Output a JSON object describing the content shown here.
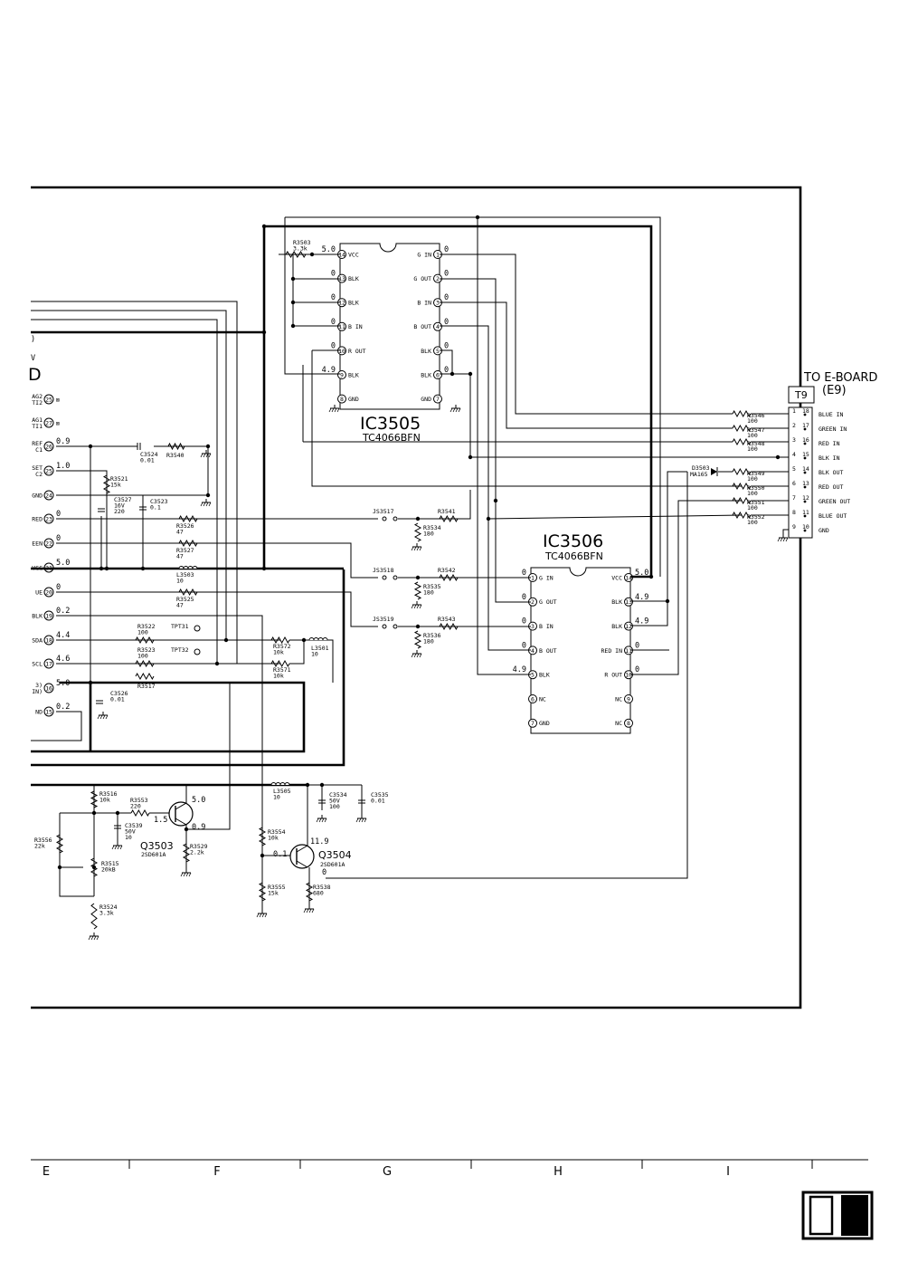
{
  "ic3505": {
    "label": "IC3505",
    "part": "TC4066BFN",
    "left_pins": [
      {
        "num": "14",
        "name": "VCC",
        "v": "5.0"
      },
      {
        "num": "13",
        "name": "BLK",
        "v": "0"
      },
      {
        "num": "12",
        "name": "BLK",
        "v": "0"
      },
      {
        "num": "11",
        "name": "B IN",
        "v": "0"
      },
      {
        "num": "10",
        "name": "R OUT",
        "v": "0"
      },
      {
        "num": "9",
        "name": "BLK",
        "v": "4.9"
      },
      {
        "num": "8",
        "name": "GND",
        "v": ""
      }
    ],
    "right_pins": [
      {
        "num": "1",
        "name": "G IN",
        "v": "0"
      },
      {
        "num": "2",
        "name": "G OUT",
        "v": "0"
      },
      {
        "num": "3",
        "name": "B IN",
        "v": "0"
      },
      {
        "num": "4",
        "name": "B OUT",
        "v": "0"
      },
      {
        "num": "5",
        "name": "BLK",
        "v": "0"
      },
      {
        "num": "6",
        "name": "BLK",
        "v": "0"
      },
      {
        "num": "7",
        "name": "GND",
        "v": ""
      }
    ]
  },
  "ic3506": {
    "label": "IC3506",
    "part": "TC4066BFN",
    "left_pins": [
      {
        "num": "1",
        "name": "G IN",
        "v": "0"
      },
      {
        "num": "2",
        "name": "G OUT",
        "v": "0"
      },
      {
        "num": "3",
        "name": "B IN",
        "v": "0"
      },
      {
        "num": "4",
        "name": "B OUT",
        "v": "0"
      },
      {
        "num": "5",
        "name": "BLK",
        "v": "4.9"
      },
      {
        "num": "6",
        "name": "NC",
        "v": ""
      },
      {
        "num": "7",
        "name": "GND",
        "v": ""
      }
    ],
    "right_pins": [
      {
        "num": "14",
        "name": "VCC",
        "v": "5.0"
      },
      {
        "num": "13",
        "name": "BLK",
        "v": "4.9"
      },
      {
        "num": "12",
        "name": "BLK",
        "v": "4.9"
      },
      {
        "num": "11",
        "name": "RED IN",
        "v": "0"
      },
      {
        "num": "10",
        "name": "R OUT",
        "v": "0"
      },
      {
        "num": "9",
        "name": "NC",
        "v": ""
      },
      {
        "num": "8",
        "name": "NC",
        "v": ""
      }
    ]
  },
  "connector": {
    "title": "TO E-BOARD",
    "ref": "(E9)",
    "name": "T9",
    "pins": [
      {
        "num": "1",
        "alt": "18",
        "label": "BLUE IN"
      },
      {
        "num": "2",
        "alt": "17",
        "label": "GREEN IN"
      },
      {
        "num": "3",
        "alt": "16",
        "label": "RED IN"
      },
      {
        "num": "4",
        "alt": "15",
        "label": "BLK IN"
      },
      {
        "num": "5",
        "alt": "14",
        "label": "BLK OUT"
      },
      {
        "num": "6",
        "alt": "13",
        "label": "RED OUT"
      },
      {
        "num": "7",
        "alt": "12",
        "label": "GREEN OUT"
      },
      {
        "num": "8",
        "alt": "11",
        "label": "BLUE OUT"
      },
      {
        "num": "9",
        "alt": "10",
        "label": "GND"
      }
    ],
    "resistors": [
      {
        "ref": "R3546",
        "val": "100"
      },
      {
        "ref": "R3547",
        "val": "100"
      },
      {
        "ref": "R3548",
        "val": "100"
      },
      {
        "ref": "R3549",
        "val": "100"
      },
      {
        "ref": "R3550",
        "val": "100"
      },
      {
        "ref": "R3551",
        "val": "100"
      },
      {
        "ref": "R3552",
        "val": "100"
      }
    ],
    "diode": {
      "ref": "D3503",
      "part": "MA165"
    }
  },
  "left_ic": {
    "pins": [
      {
        "num": "25",
        "frag": "AG2",
        "frag2": "TI2",
        "v": ""
      },
      {
        "num": "27",
        "frag": "AG1",
        "frag2": "TI1",
        "v": ""
      },
      {
        "num": "26",
        "frag": "REF",
        "frag2": "C1",
        "v": "0.9"
      },
      {
        "num": "25",
        "frag": "SET",
        "frag2": "C2",
        "v": "1.0"
      },
      {
        "num": "24",
        "frag": "GND",
        "frag2": "",
        "v": ""
      },
      {
        "num": "23",
        "frag": "RED",
        "frag2": "",
        "v": "0"
      },
      {
        "num": "22",
        "frag": "EEN",
        "frag2": "",
        "v": "0"
      },
      {
        "num": "21",
        "frag": "VCC",
        "frag2": "",
        "v": "5.0"
      },
      {
        "num": "20",
        "frag": "UE",
        "frag2": "",
        "v": "0"
      },
      {
        "num": "19",
        "frag": "BLK",
        "frag2": "",
        "v": "0.2"
      },
      {
        "num": "18",
        "frag": "SDA",
        "frag2": "",
        "v": "4.4"
      },
      {
        "num": "17",
        "frag": "SCL",
        "frag2": "",
        "v": "4.6"
      },
      {
        "num": "16",
        "frag": "3)",
        "frag2": "IN)",
        "v": "5.0"
      },
      {
        "num": "15",
        "frag": "ND",
        "frag2": "",
        "v": "0.2"
      }
    ],
    "top_frags": [
      ")",
      "V",
      "D"
    ]
  },
  "components": {
    "r3503": {
      "ref": "R3503",
      "val": "3.3k"
    },
    "c3524": {
      "ref": "C3524",
      "val": "0.01"
    },
    "r3540": {
      "ref": "R3540",
      "val": ""
    },
    "r3521": {
      "ref": "R3521",
      "val": "15k"
    },
    "c3527": {
      "ref": "C3527",
      "val": "16V",
      "val2": "220"
    },
    "c3523": {
      "ref": "C3523",
      "val": "0.1"
    },
    "r3526": {
      "ref": "R3526",
      "val": "47"
    },
    "r3527": {
      "ref": "R3527",
      "val": "47"
    },
    "l3503": {
      "ref": "L3503",
      "val": "10"
    },
    "r3525": {
      "ref": "R3525",
      "val": "47"
    },
    "r3522": {
      "ref": "R3522",
      "val": "100"
    },
    "r3523": {
      "ref": "R3523",
      "val": "100"
    },
    "r3517": {
      "ref": "R3517",
      "val": ""
    },
    "tpt31": "TPT31",
    "tpt32": "TPT32",
    "r3572": {
      "ref": "R3572",
      "val": "10k"
    },
    "r3571": {
      "ref": "R3571",
      "val": "10k"
    },
    "l3501": {
      "ref": "L3501",
      "val": "10"
    },
    "c3526": {
      "ref": "C3526",
      "val": "0.01"
    },
    "js3517": "JS3517",
    "js3518": "JS3518",
    "js3519": "JS3519",
    "r3541": {
      "ref": "R3541",
      "val": ""
    },
    "r3534": {
      "ref": "R3534",
      "val": "180"
    },
    "r3542": {
      "ref": "R3542",
      "val": ""
    },
    "r3535": {
      "ref": "R3535",
      "val": "180"
    },
    "r3543": {
      "ref": "R3543",
      "val": ""
    },
    "r3536": {
      "ref": "R3536",
      "val": "180"
    },
    "r3516": {
      "ref": "R3516",
      "val": "10k"
    },
    "r3553": {
      "ref": "R3553",
      "val": "220"
    },
    "c3539": {
      "ref": "C3539",
      "val": "50V",
      "val2": "10"
    },
    "r3556": {
      "ref": "R3556",
      "val": "22k"
    },
    "r3515": {
      "ref": "R3515",
      "val": "20kB"
    },
    "r3524": {
      "ref": "R3524",
      "val": "3.3k"
    },
    "q3503": {
      "ref": "Q3503",
      "part": "2SD601A",
      "vc": "5.0",
      "vb": "1.5",
      "ve": "0.9"
    },
    "r3529": {
      "ref": "R3529",
      "val": "2.2k"
    },
    "l3505": {
      "ref": "L3505",
      "val": "10"
    },
    "c3534": {
      "ref": "C3534",
      "val": "50V",
      "val2": "100"
    },
    "c3535": {
      "ref": "C3535",
      "val": "0.01"
    },
    "r3554": {
      "ref": "R3554",
      "val": "10k"
    },
    "q3504": {
      "ref": "Q3504",
      "part": "2SD601A",
      "vc": "11.9",
      "vb": "0.1",
      "ve": "0"
    },
    "r3555": {
      "ref": "R3555",
      "val": "15k"
    },
    "r3538": {
      "ref": "R3538",
      "val": "680"
    }
  },
  "grid": {
    "cols": [
      "E",
      "F",
      "G",
      "H",
      "I"
    ]
  }
}
